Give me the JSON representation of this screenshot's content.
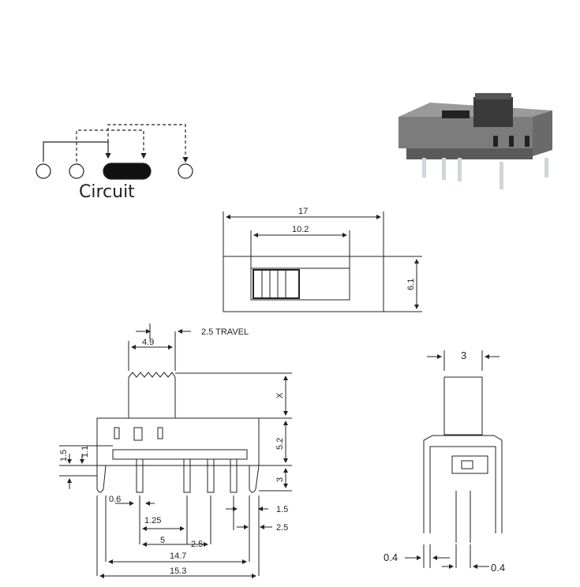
{
  "circuit": {
    "label": "Circuit"
  },
  "top_view": {
    "width_total": "17",
    "width_inner": "10.2",
    "height": "6.1"
  },
  "side_view": {
    "actuator_width": "4.9",
    "travel": "2.5 TRAVEL",
    "actuator_height": "X",
    "body_height": "5.2",
    "pin_height": "3",
    "hole_a": "1.5",
    "hole_b": "1.1",
    "pin_width": "0.6",
    "offset": "1.25",
    "pin_pitch": "5",
    "pitch_b": "2.5",
    "overall_inner": "14.7",
    "overall_outer": "15.3",
    "right_a": "1.5",
    "right_b": "2.5"
  },
  "end_view": {
    "actuator_width": "3",
    "pin_left": "0.4",
    "pin_right": "0.4"
  }
}
